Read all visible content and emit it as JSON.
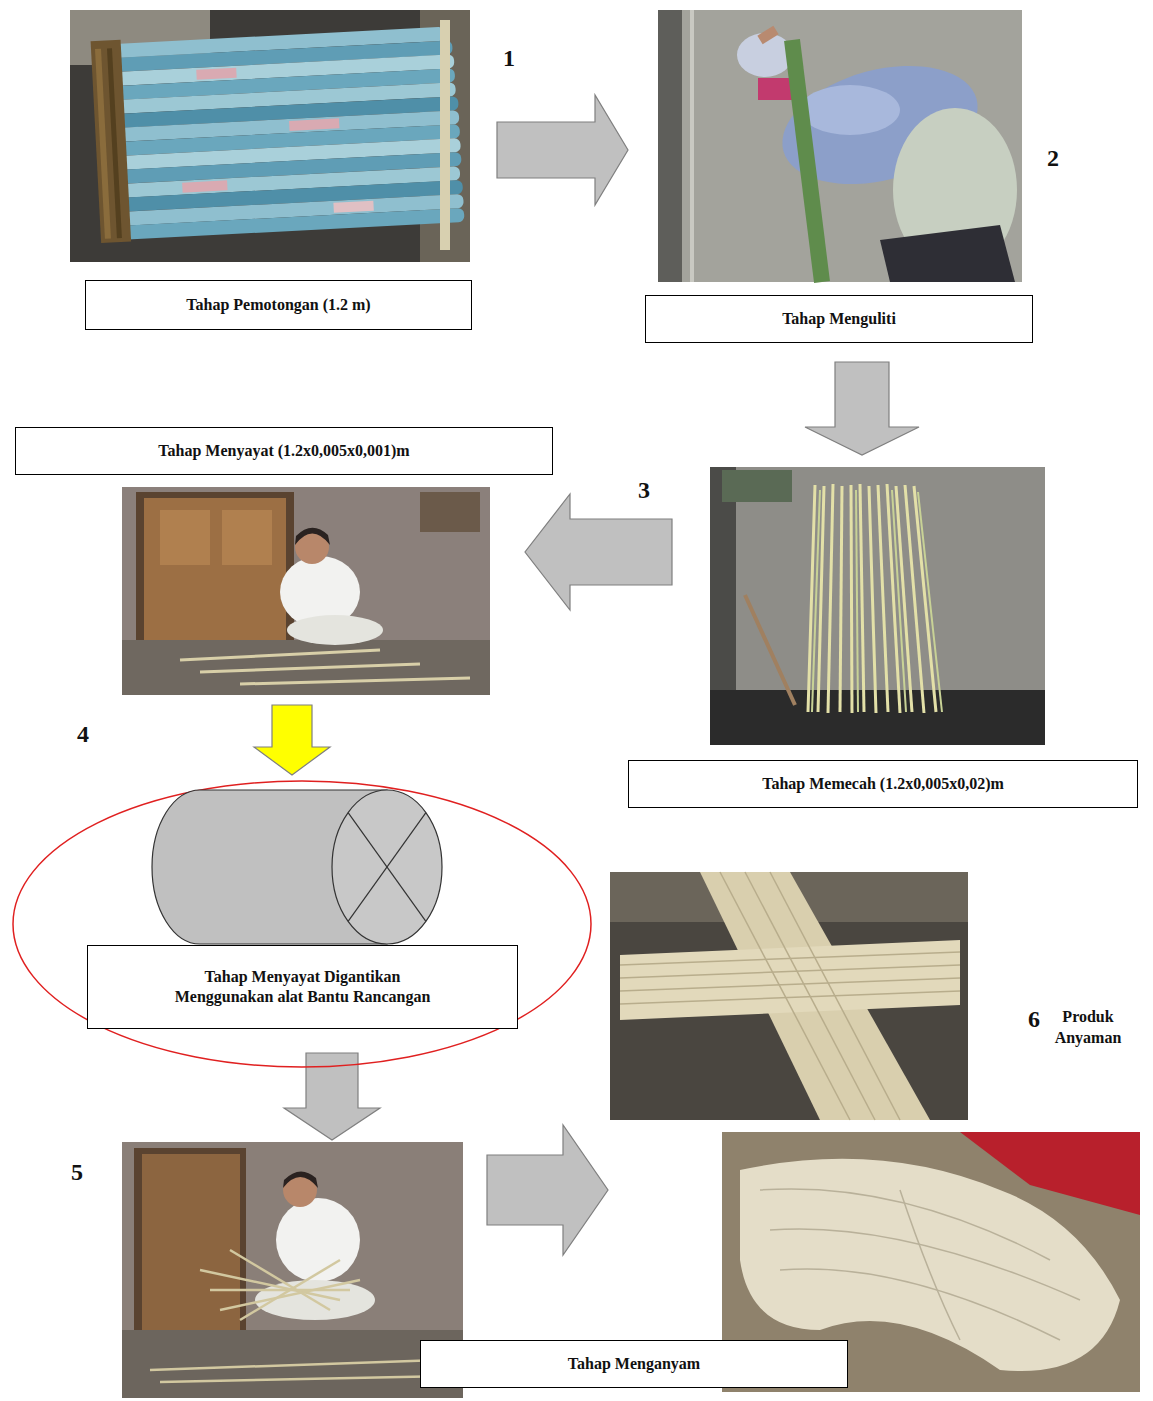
{
  "diagram": {
    "nodes": [
      {
        "text": [
          "Tahap Pemotongan (1.2 m)"
        ]
      },
      {
        "text": [
          "Tahap Menguliti"
        ]
      },
      {
        "text": [
          "Tahap Memecah (1.2x0,005x0,02)m"
        ]
      },
      {
        "text": [
          "Tahap Menyayat (1.2x0,005x0,001)m"
        ]
      },
      {
        "text": [
          "Tahap Menyayat Digantikan Menggunakan alat Bantu Rancangan"
        ]
      },
      {
        "text": [
          "Tahap Menganyam"
        ]
      },
      {
        "text": [
          "6",
          "Produk Anyaman"
        ]
      }
    ],
    "edges": [
      {
        "from": 0,
        "to": 1,
        "arrow": "to"
      },
      {
        "from": 1,
        "to": 2,
        "arrow": "to"
      },
      {
        "from": 2,
        "to": 3,
        "arrow": "to"
      },
      {
        "from": 3,
        "to": 4,
        "arrow": "to"
      },
      {
        "from": 4,
        "to": 5,
        "arrow": "to"
      },
      {
        "from": 5,
        "to": 6,
        "arrow": "to"
      }
    ],
    "labels": [
      "1",
      "2",
      "3",
      "4",
      "5"
    ]
  }
}
